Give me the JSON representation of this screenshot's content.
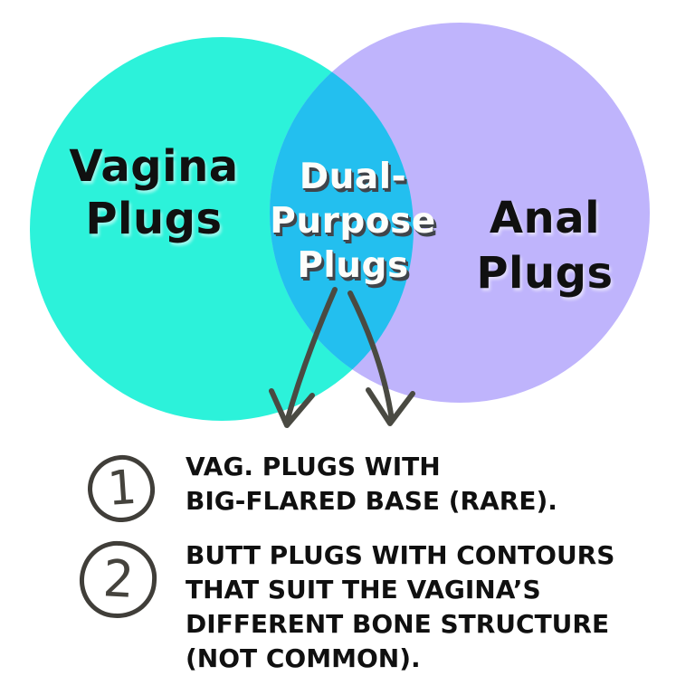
{
  "venn": {
    "left": {
      "lines": [
        "Vagina",
        "Plugs"
      ],
      "color": "#2cf2da"
    },
    "right": {
      "lines": [
        "Anal",
        "Plugs"
      ],
      "color": "#bfb4fc"
    },
    "intersection": {
      "lines": [
        "Dual-",
        "Purpose",
        "Plugs"
      ],
      "color": "#23bfef"
    },
    "arrow_color": "#4a4a42"
  },
  "notes": {
    "marker_color": "#403e39",
    "items": [
      {
        "number": "1",
        "lines": [
          "VAG. PLUGS WITH",
          "BIG-FLARED BASE (RARE)."
        ]
      },
      {
        "number": "2",
        "lines": [
          "BUTT PLUGS WITH CONTOURS",
          "THAT SUIT THE VAGINA’S",
          "DIFFERENT BONE STRUCTURE",
          "(NOT COMMON)."
        ]
      }
    ]
  },
  "colors": {
    "background": "#ffffff",
    "label_text": "#101010",
    "intersection_text": "#fdfdfa",
    "intersection_text_shadow": "#40454b"
  }
}
